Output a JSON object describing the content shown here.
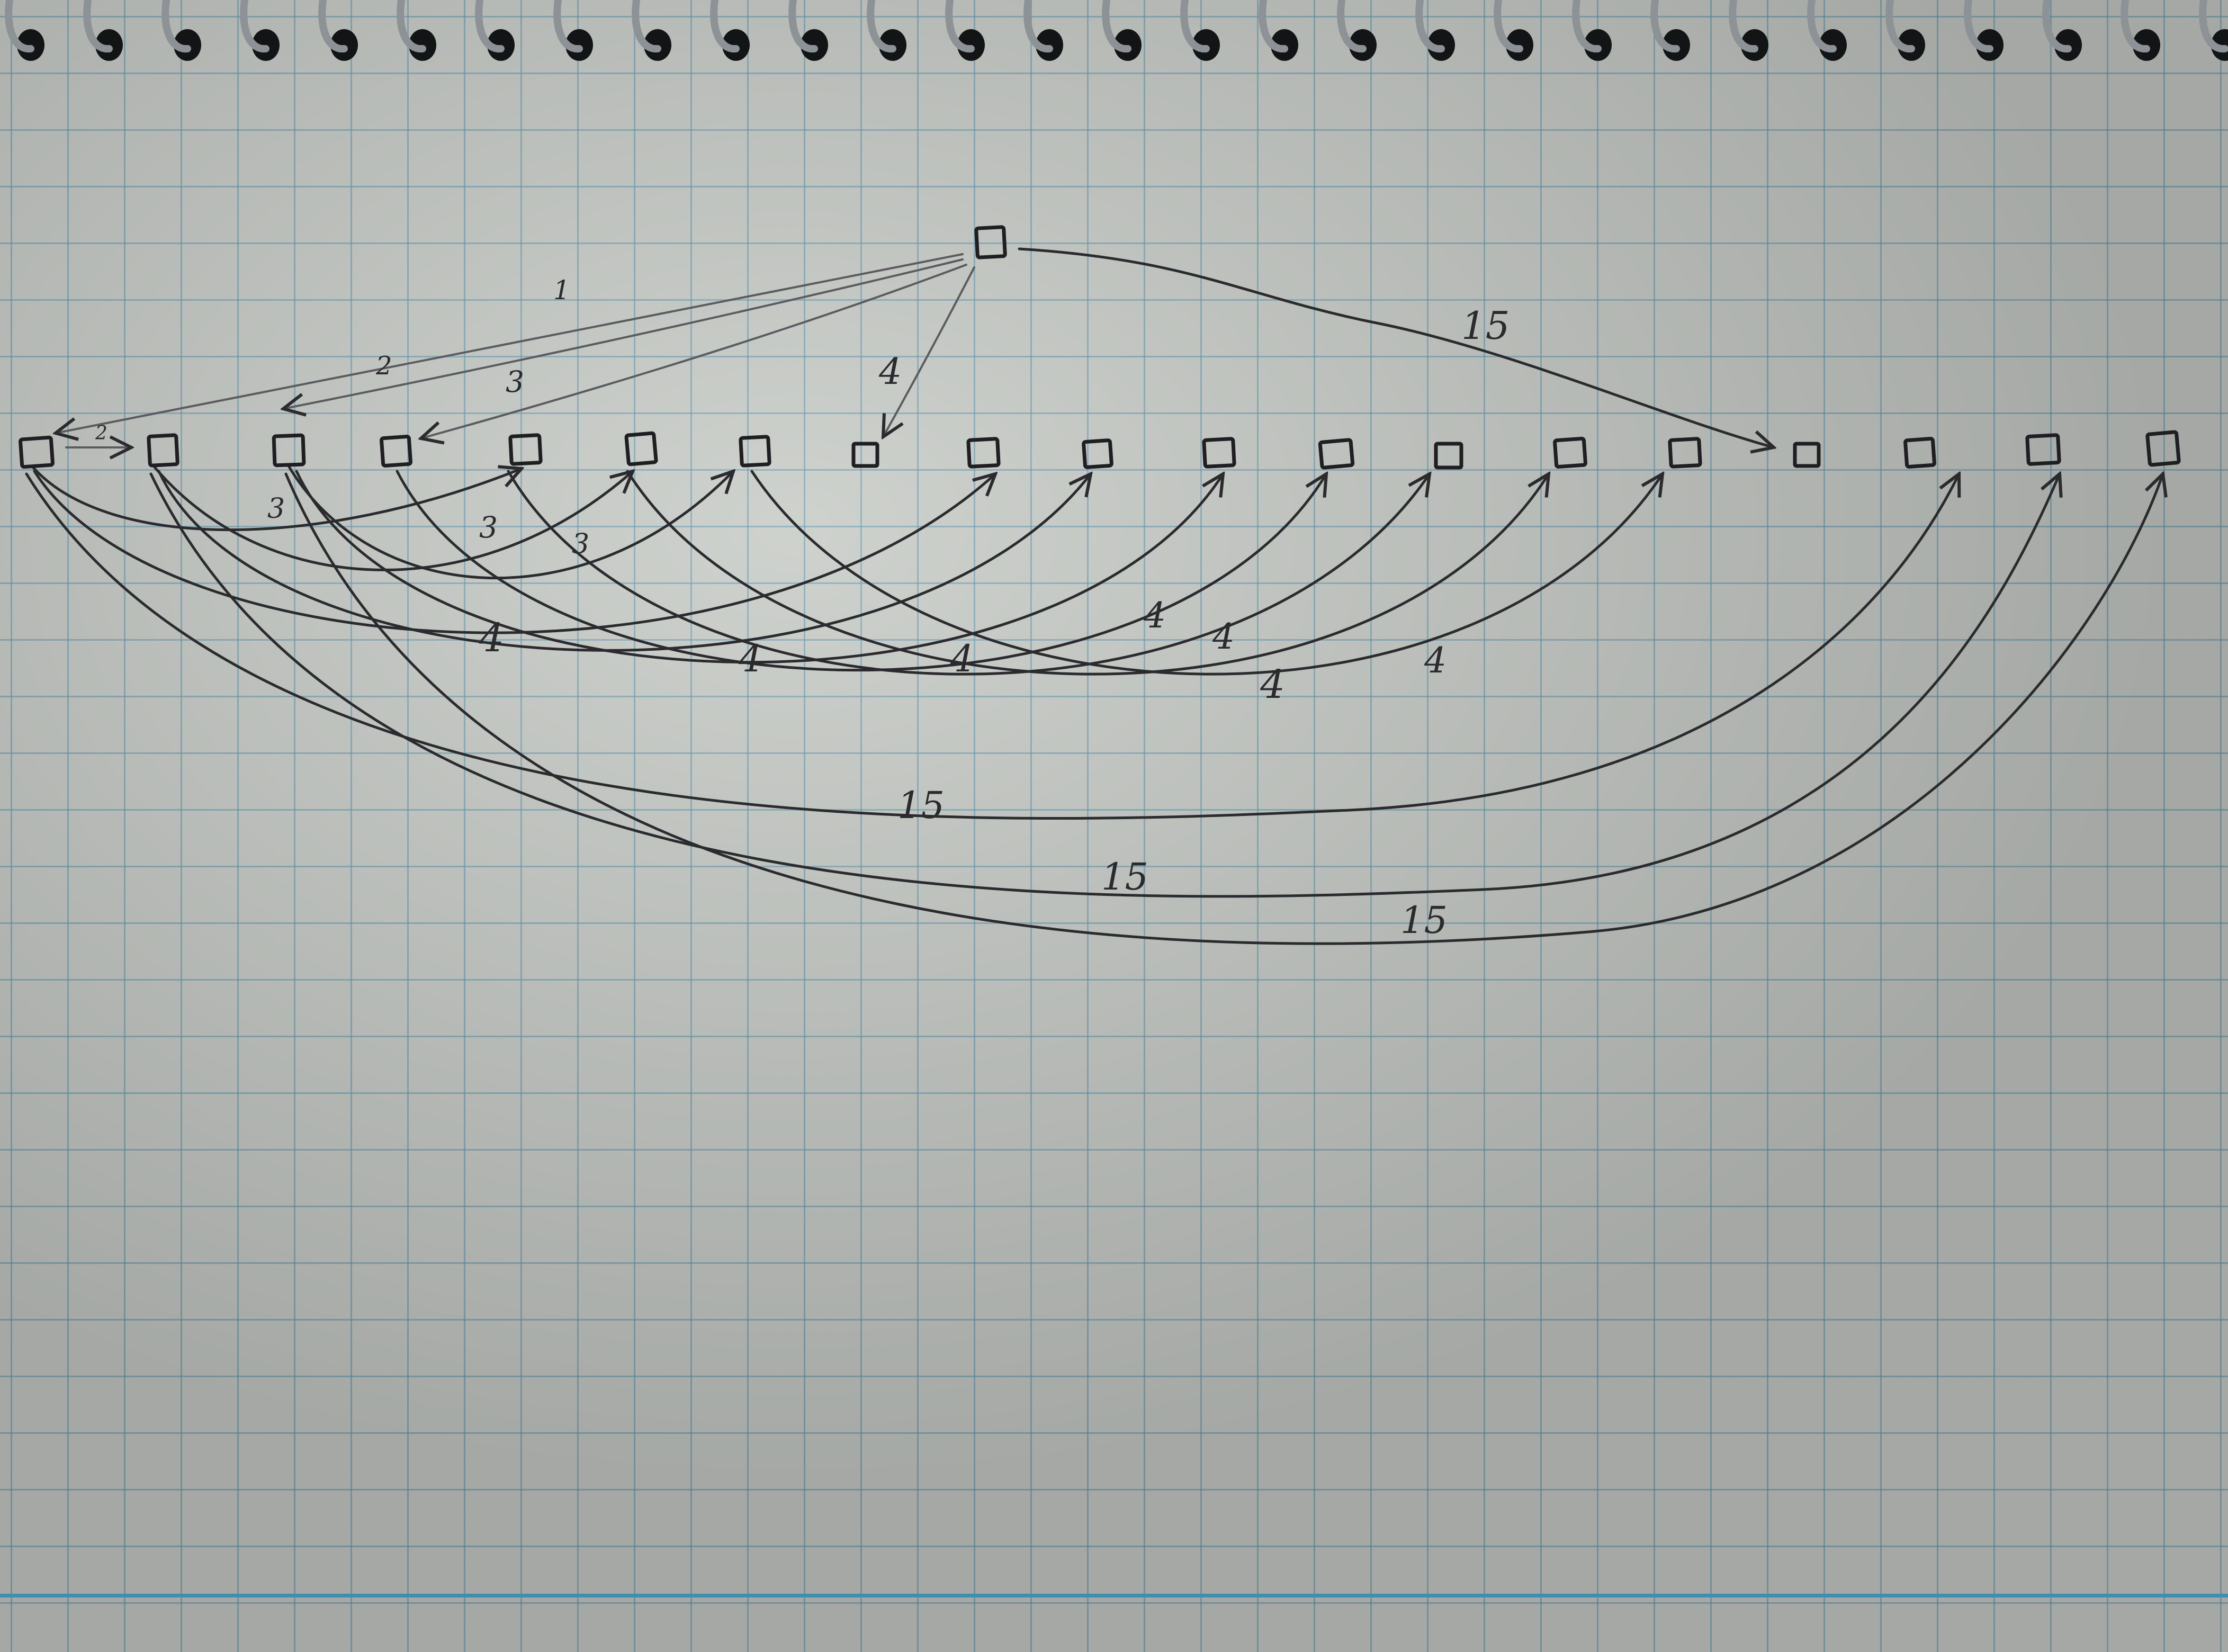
{
  "figure": {
    "type": "hand-drawn directed graph on spiral-bound grid notebook paper",
    "ink_color": "#2b2a2e",
    "grid_color": "#5a96af",
    "paper_color": "#c9cdc8"
  },
  "nodes": [
    "top",
    "n1",
    "n2",
    "n3",
    "n4",
    "n5",
    "n6",
    "n7",
    "n8",
    "n9",
    "n10",
    "n11",
    "n12",
    "n13",
    "n14",
    "n15",
    "n16",
    "n17",
    "n18",
    "n19"
  ],
  "edges": [
    {
      "from": "top",
      "to": "n1",
      "weight": "1"
    },
    {
      "from": "top",
      "to": "n3",
      "weight": "2"
    },
    {
      "from": "top",
      "to": "n4",
      "weight": "3"
    },
    {
      "from": "top",
      "to": "n8",
      "weight": "4"
    },
    {
      "from": "top",
      "to": "n16",
      "weight": "15"
    },
    {
      "from": "n1",
      "to": "n2",
      "weight": "2"
    },
    {
      "from": "n1",
      "to": "n5",
      "weight": "3"
    },
    {
      "from": "n2",
      "to": "n6",
      "weight": "3"
    },
    {
      "from": "n3",
      "to": "n7",
      "weight": "3"
    },
    {
      "from": "n1",
      "to": "n9",
      "weight": "4"
    },
    {
      "from": "n2",
      "to": "n10",
      "weight": "4"
    },
    {
      "from": "n3",
      "to": "n11",
      "weight": "4"
    },
    {
      "from": "n4",
      "to": "n12",
      "weight": "4"
    },
    {
      "from": "n5",
      "to": "n13",
      "weight": "4"
    },
    {
      "from": "n6",
      "to": "n14",
      "weight": "4"
    },
    {
      "from": "n7",
      "to": "n15",
      "weight": "4"
    },
    {
      "from": "n1",
      "to": "n17",
      "weight": "15"
    },
    {
      "from": "n2",
      "to": "n18",
      "weight": "15"
    },
    {
      "from": "n3",
      "to": "n19",
      "weight": "15"
    }
  ],
  "labels": {
    "l_top_1": "1",
    "l_top_2": "2",
    "l_top_3": "3",
    "l_top_4": "4",
    "l_top_15": "15",
    "l_n1_n2": "2",
    "l_3a": "3",
    "l_3b": "3",
    "l_3c": "3",
    "l_4a": "4",
    "l_4b": "4",
    "l_4c": "4",
    "l_4d": "4",
    "l_4e": "4",
    "l_4f": "4",
    "l_4g": "4",
    "l_15a": "15",
    "l_15b": "15",
    "l_15c": "15"
  }
}
